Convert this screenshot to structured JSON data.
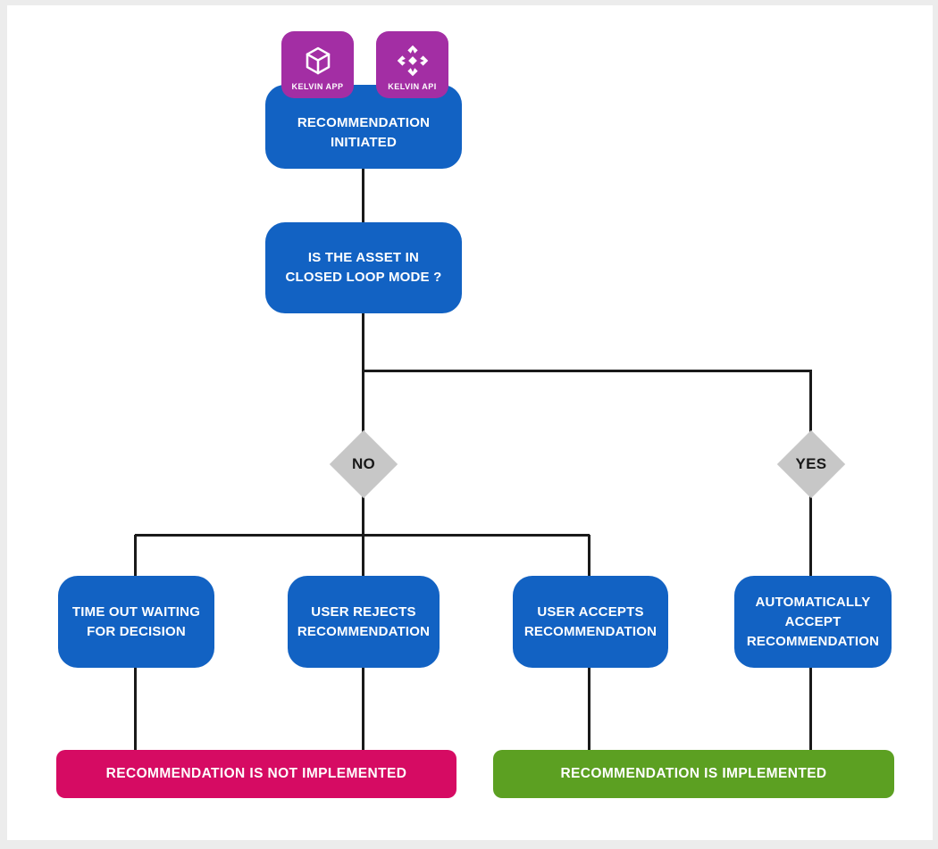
{
  "diagram": {
    "badges": {
      "app": {
        "label": "KELVIN APP",
        "icon": "cube-icon"
      },
      "api": {
        "label": "KELVIN API",
        "icon": "kelvin-logo-icon"
      }
    },
    "nodes": {
      "start": {
        "label": "RECOMMENDATION INITIATED"
      },
      "decision": {
        "label": "IS THE ASSET IN CLOSED LOOP MODE ?"
      },
      "branch_no": {
        "label": "NO"
      },
      "branch_yes": {
        "label": "YES"
      },
      "timeout": {
        "label": "TIME OUT WAITING FOR DECISION"
      },
      "user_rejects": {
        "label": "USER REJECTS RECOMMENDATION"
      },
      "user_accepts": {
        "label": "USER ACCEPTS RECOMMENDATION"
      },
      "auto_accept": {
        "label": "AUTOMATICALLY ACCEPT RECOMMENDATION"
      },
      "not_implemented": {
        "label": "RECOMMENDATION IS NOT IMPLEMENTED"
      },
      "implemented": {
        "label": "RECOMMENDATION IS IMPLEMENTED"
      }
    },
    "colors": {
      "process_blue": "#1262C3",
      "brand_purple": "#A32EA4",
      "outcome_negative_pink": "#D60B63",
      "outcome_positive_green": "#5CA022",
      "decision_gray": "#C7C7C7",
      "connector_black": "#1A1A1A"
    }
  }
}
